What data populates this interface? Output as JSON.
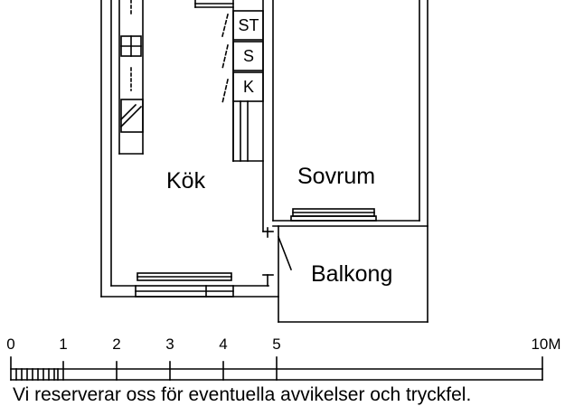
{
  "rooms": {
    "kitchen": "Kök",
    "bedroom": "Sovrum",
    "balcony": "Balkong"
  },
  "fixtures": {
    "cabinet": "ST",
    "s": "S",
    "k": "K"
  },
  "scale": {
    "ticks": [
      "0",
      "1",
      "2",
      "3",
      "4",
      "5",
      "10M"
    ]
  },
  "disclaimer": "Vi reserverar oss för eventuella avvikelser och tryckfel."
}
